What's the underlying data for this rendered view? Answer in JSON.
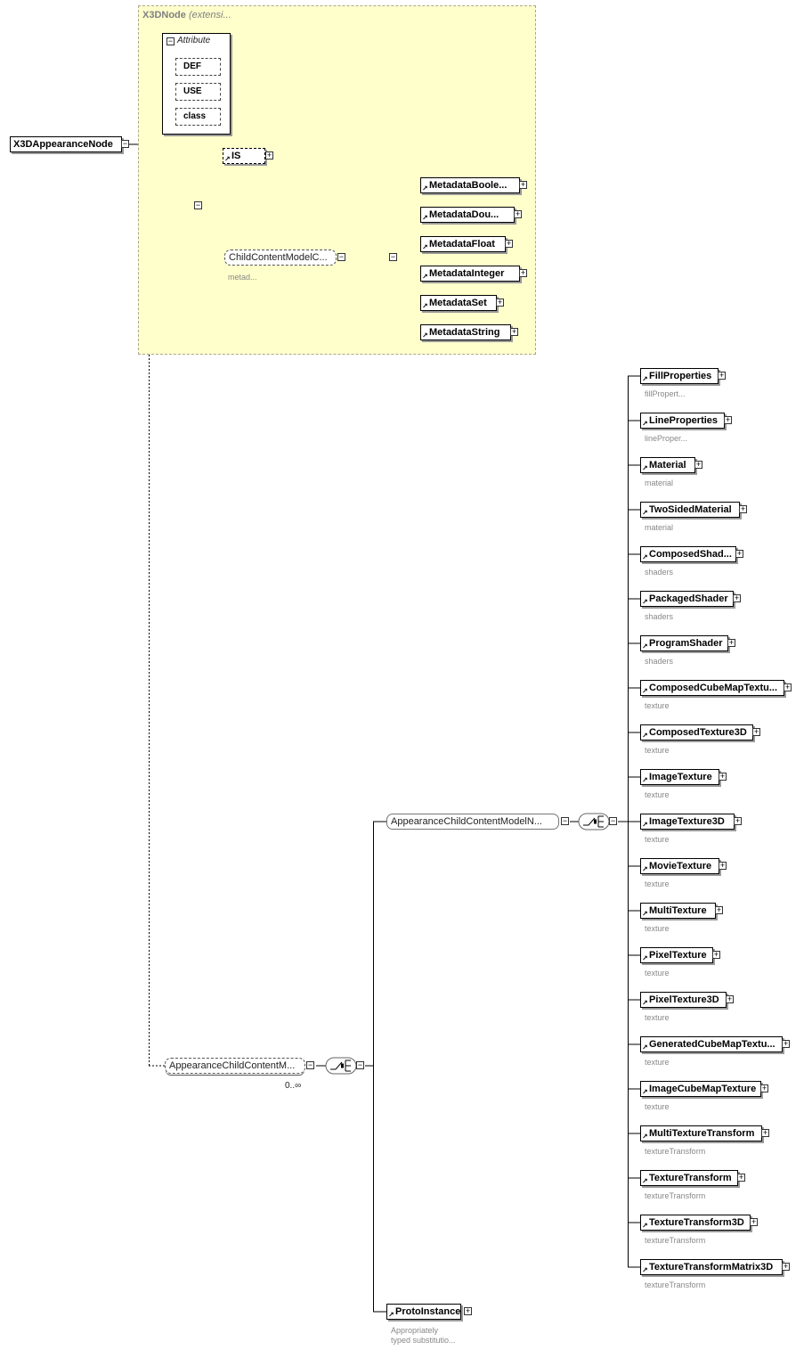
{
  "extension": {
    "title_bold": "X3DNode",
    "title_rest": " (extensi..."
  },
  "attribute_group": {
    "label": "Attribute",
    "items": [
      "DEF",
      "USE",
      "class"
    ]
  },
  "root": {
    "label": "X3DAppearanceNode"
  },
  "is_node": {
    "label": "IS"
  },
  "child_content_model_core": {
    "label": "ChildContentModelC...",
    "note": "metad..."
  },
  "metadata_items": [
    "MetadataBoole...",
    "MetadataDou...",
    "MetadataFloat",
    "MetadataInteger",
    "MetadataSet",
    "MetadataString"
  ],
  "appearance_group": {
    "label": "AppearanceChildContentM...",
    "occurs": "0..∞"
  },
  "appearance_no_proto": {
    "label": "AppearanceChildContentModelN..."
  },
  "proto_instance": {
    "label": "ProtoInstance",
    "note1": "Appropriately",
    "note2": "typed substitutio..."
  },
  "appearance_items": [
    {
      "label": "FillProperties",
      "note": "fillPropert..."
    },
    {
      "label": "LineProperties",
      "note": "lineProper..."
    },
    {
      "label": "Material",
      "note": "material"
    },
    {
      "label": "TwoSidedMaterial",
      "note": "material"
    },
    {
      "label": "ComposedShad...",
      "note": "shaders"
    },
    {
      "label": "PackagedShader",
      "note": "shaders"
    },
    {
      "label": "ProgramShader",
      "note": "shaders"
    },
    {
      "label": "ComposedCubeMapTextu...",
      "note": "texture"
    },
    {
      "label": "ComposedTexture3D",
      "note": "texture"
    },
    {
      "label": "ImageTexture",
      "note": "texture"
    },
    {
      "label": "ImageTexture3D",
      "note": "texture"
    },
    {
      "label": "MovieTexture",
      "note": "texture"
    },
    {
      "label": "MultiTexture",
      "note": "texture"
    },
    {
      "label": "PixelTexture",
      "note": "texture"
    },
    {
      "label": "PixelTexture3D",
      "note": "texture"
    },
    {
      "label": "GeneratedCubeMapTextu...",
      "note": "texture"
    },
    {
      "label": "ImageCubeMapTexture",
      "note": "texture"
    },
    {
      "label": "MultiTextureTransform",
      "note": "textureTransform"
    },
    {
      "label": "TextureTransform",
      "note": "textureTransform"
    },
    {
      "label": "TextureTransform3D",
      "note": "textureTransform"
    },
    {
      "label": "TextureTransformMatrix3D",
      "note": "textureTransform"
    }
  ],
  "symbols": {
    "expand": "+",
    "collapse": "−",
    "ref_arrow": "↗"
  }
}
